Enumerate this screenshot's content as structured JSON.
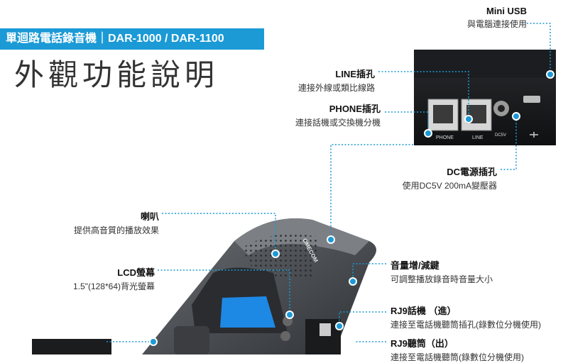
{
  "header": {
    "banner": "單迴路電話錄音機｜DAR-1000 / DAR-1100",
    "title": "外觀功能說明"
  },
  "device": {
    "brand": "OMECOM",
    "port_phone": "PHONE",
    "port_line": "LINE",
    "port_dc": "DC5V"
  },
  "callouts": {
    "mini_usb": {
      "title": "Mini USB",
      "desc": "與電腦連接使用"
    },
    "line_jack": {
      "title": "LINE插孔",
      "desc": "連接外線或類比線路"
    },
    "phone_jack": {
      "title": "PHONE插孔",
      "desc": "連接話機或交換機分機"
    },
    "dc_jack": {
      "title": "DC電源插孔",
      "desc": "使用DC5V 200mA變壓器"
    },
    "speaker": {
      "title": "喇叭",
      "desc": "提供高音質的播放效果"
    },
    "lcd": {
      "title": "LCD螢幕",
      "desc": "1.5\"(128*64)背光螢幕"
    },
    "volume": {
      "title": "音量增/減鍵",
      "desc": "可調整播放錄音時音量大小"
    },
    "rj9_in": {
      "title": "RJ9話機 （進）",
      "desc": "連接至電話機聽筒插孔(錄數位分機使用)"
    },
    "rj9_out": {
      "title": "RJ9聽筒（出）",
      "desc": "連接至電話機聽筒(錄數位分機使用)"
    }
  },
  "colors": {
    "accent": "#1b9ad6",
    "device_body": "#4a4d52",
    "screen": "#1e88e5"
  }
}
